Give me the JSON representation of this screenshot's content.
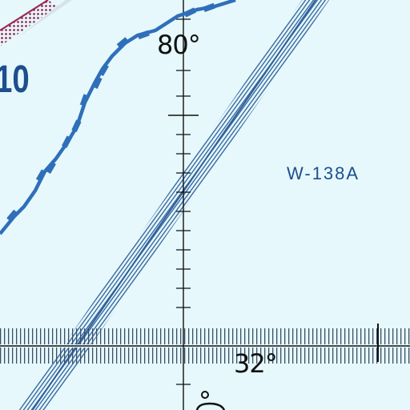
{
  "map": {
    "background": "#e6f8fb",
    "colors": {
      "boundary_blue": "#2f6fba",
      "label_blue": "#1d4f8e",
      "restricted_magenta": "#9a2a55",
      "graticule": "#111111",
      "corridor_line": "#2e5f9a"
    },
    "labels": {
      "longitude": "80°",
      "latitude": "32°",
      "warning_area": "W-138A",
      "max_elevation_figure": "10"
    }
  }
}
